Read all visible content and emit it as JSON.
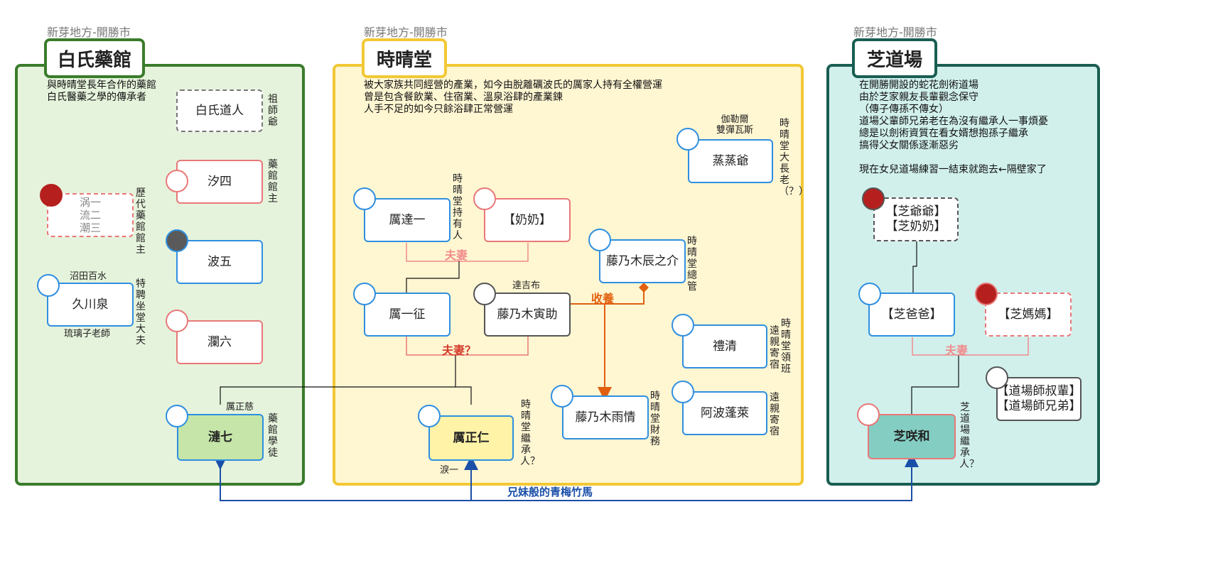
{
  "colors": {
    "green_border": "#3a7c2c",
    "green_fill": "#e6f3dc",
    "yellow_border": "#f2c835",
    "yellow_fill": "#fff6d2",
    "teal_border": "#1a5e52",
    "teal_fill": "#d1f0ec",
    "blue": "#2f8fe0",
    "pink": "#e87878",
    "gray": "#555555",
    "red_circle": "#b5201f",
    "dark_circle": "#5a5a5a",
    "arrow_blue": "#1a4fa8",
    "adopt_orange": "#e0600f",
    "couple_pink": "#f08c8c"
  },
  "left": {
    "region": "新芽地方-開勝市",
    "title": "白氏藥館",
    "desc": "與時晴堂長年合作的藥館\n白氏醫藥之學的傳承者",
    "nodes": {
      "bai": "白氏道人",
      "xisi": "汐四",
      "wo": "涡一\n流二\n潮三",
      "bowu": "波五",
      "jiuchuan": "久川泉",
      "lanliu": "瀾六",
      "lianqi": "漣七"
    },
    "notes": {
      "bai_role": "祖師爺",
      "xisi_role": "藥館館主",
      "wo_role": "歷代藥館館主",
      "jiuchuan_role": "特聘坐堂大夫",
      "jiuchuan_top": "沼田百水",
      "jiuchuan_bottom": "琉璃子老師",
      "lianqi_top": "厲正慈",
      "lianqi_role": "藥館學徒"
    }
  },
  "middle": {
    "region": "新芽地方-開勝市",
    "title": "時晴堂",
    "desc": "被大家族共同經營的產業，如今由脫離礪波氏的厲家人持有全權營運\n曾是包含餐飲業、住宿業、溫泉浴肆的產業鍊\n人手不足的如今只餘浴肆正常營運",
    "nodes": {
      "zhengzheng": "蒸蒸爺",
      "lida": "厲達一",
      "nainai": "【奶奶】",
      "chenzhijie": "藤乃木辰之介",
      "liyizheng": "厲一征",
      "yinzhu": "藤乃木寅助",
      "liqing": "禮清",
      "yuqing": "藤乃木雨情",
      "abo": "阿波蓬萊",
      "lizhengren": "厲正仁"
    },
    "notes": {
      "zhengzheng_top": "伽勒爾\n雙彈瓦斯",
      "zhengzheng_role": "時晴堂大長老（？）",
      "lida_role": "時晴堂持有人",
      "chenzhijie_role": "時晴堂總管",
      "yinzhu_top": "達吉布",
      "liqing_rel": "遠親寄宿",
      "liqing_role": "時晴堂領班",
      "yuqing_role": "時晴堂財務",
      "abo_role": "遠親寄宿",
      "lizhengren_role": "時晴堂繼承人？",
      "lizhengren_bottom": "淚一"
    },
    "couple1": "夫妻",
    "couple2": "夫妻？",
    "adopt": "收養"
  },
  "right": {
    "region": "新芽地方-開勝市",
    "title": "芝道場",
    "desc": "在開勝開設的蛇花劍術道場\n由於芝家親友長輩觀念保守\n（傳子傳孫不傳女）\n道場父輩師兄弟老在為沒有繼承人一事煩憂\n總是以劍術資質在看女婿想抱孫子繼承\n搞得父女關係逐漸惡劣\n\n現在女兒道場練習一結束就跑去←隔壁家了",
    "nodes": {
      "grand": "【芝爺爺】\n【芝奶奶】",
      "dad": "【芝爸爸】",
      "mom": "【芝媽媽】",
      "uncles": "【道場師叔輩】\n【道場師兄弟】",
      "xiehe": "芝咲和"
    },
    "notes": {
      "xiehe_role": "芝道場繼承人？"
    },
    "couple": "夫妻"
  },
  "bottom_link": "兄妹般的青梅竹馬"
}
